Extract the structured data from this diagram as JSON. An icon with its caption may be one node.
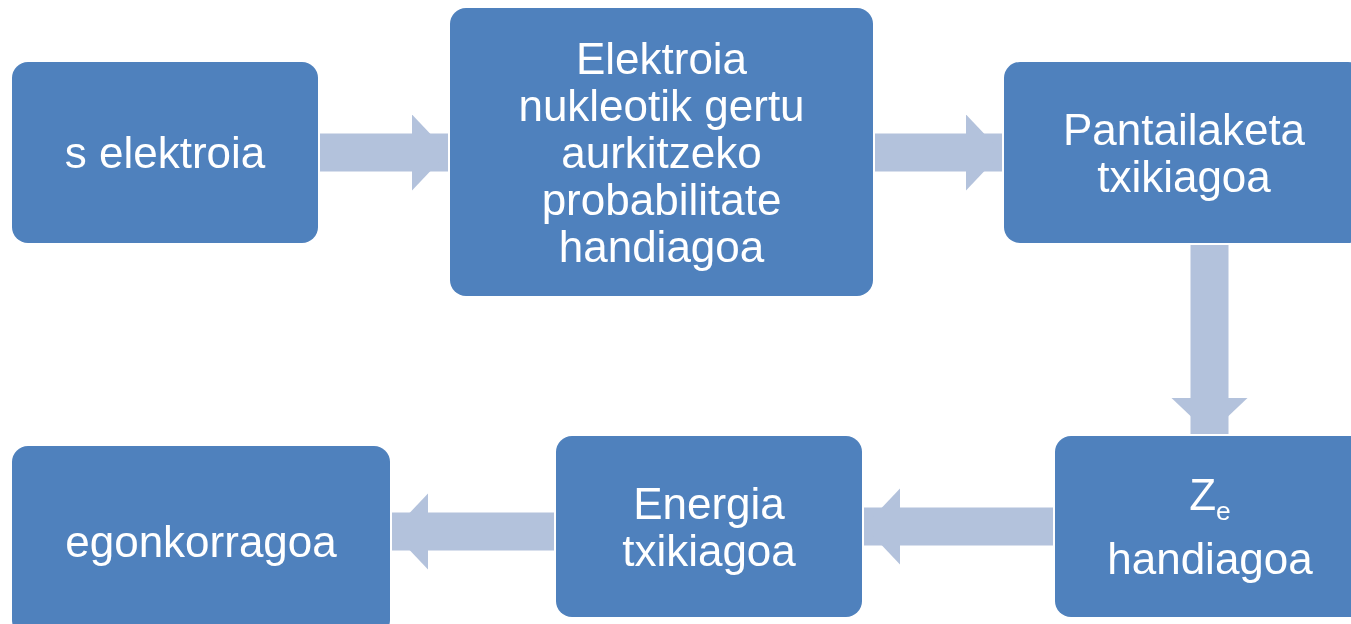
{
  "diagram": {
    "nodes": [
      {
        "text": [
          "s elektroia"
        ]
      },
      {
        "text": [
          "Elektroia nukleotik gertu aurkitzeko probabilitate handiagoa"
        ]
      },
      {
        "text": [
          "Pantailaketa txikiagoa"
        ]
      },
      {
        "text": [
          "Z$_{e}$ handiagoa"
        ]
      },
      {
        "text": [
          "Energia txikiagoa"
        ]
      },
      {
        "text": [
          "egonkorragoa"
        ]
      }
    ],
    "edges": [
      {
        "from": 0,
        "to": 1,
        "arrow": "to"
      },
      {
        "from": 1,
        "to": 2,
        "arrow": "to"
      },
      {
        "from": 2,
        "to": 3,
        "arrow": "to"
      },
      {
        "from": 3,
        "to": 4,
        "arrow": "to"
      },
      {
        "from": 4,
        "to": 5,
        "arrow": "to"
      }
    ]
  }
}
